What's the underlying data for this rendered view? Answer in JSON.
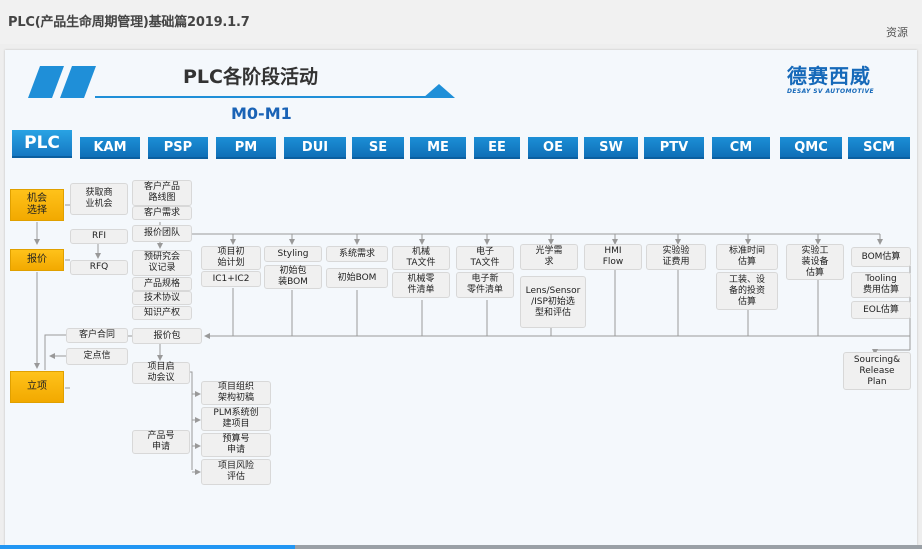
{
  "header": {
    "title": "PLC(产品生命周期管理)基础篇2019.1.7",
    "resource_link": "资源"
  },
  "slide": {
    "title": "PLC各阶段活动",
    "phase": "M0-M1",
    "logo_cn": "德赛西威",
    "logo_en": "DESAY SV AUTOMOTIVE"
  },
  "departments": [
    "PLC",
    "KAM",
    "PSP",
    "PM",
    "DUI",
    "SE",
    "ME",
    "EE",
    "OE",
    "SW",
    "PTV",
    "CM",
    "QMC",
    "SCM"
  ],
  "stages": [
    "机会\n选择",
    "报价",
    "立项"
  ],
  "kam": {
    "opportunity": "获取商\n业机会",
    "rfi": "RFI",
    "rfq": "RFQ",
    "contract": "客户合同",
    "nomination": "定点信"
  },
  "psp": {
    "roadmap": "客户产品\n路线图",
    "requirements": "客户需求",
    "quote_team": "报价团队",
    "pre_research": "预研究会\n议记录",
    "spec": "产品规格",
    "tech_agreement": "技术协议",
    "ip": "知识产权",
    "quote_package": "报价包",
    "kickoff": "项目启\n动会议",
    "product_no": "产品号\n申请"
  },
  "pm": {
    "init_plan": "项目初\n始计划",
    "ic": "IC1+IC2",
    "org": "项目组织\n架构初稿",
    "plm": "PLM系统创\n建项目",
    "budget": "预算号\n申请",
    "risk": "项目风险\n评估"
  },
  "dui": {
    "styling": "Styling",
    "init_package": "初始包\n装BOM"
  },
  "se": {
    "sys_req": "系统需求",
    "init_bom": "初始BOM"
  },
  "me": {
    "mech_ta": "机械\nTA文件",
    "mech_parts": "机械零\n件清单"
  },
  "ee": {
    "elec_ta": "电子\nTA文件",
    "elec_parts": "电子新\n零件清单"
  },
  "oe": {
    "optical_req": "光学需\n求",
    "lens": "Lens/Sensor\n/ISP初始选\n型和评估"
  },
  "sw": {
    "hmi": "HMI\nFlow"
  },
  "ptv": {
    "test_cost": "实验验\n证费用"
  },
  "cm": {
    "std_time": "标准时间\n估算",
    "tooling_invest": "工装、设\n备的投资\n估算"
  },
  "qmc": {
    "test_equipment": "实验工\n装设备\n估算"
  },
  "scm": {
    "bom_est": "BOM估算",
    "tooling_cost": "Tooling\n费用估算",
    "eol": "EOL估算",
    "sourcing": "Sourcing&\nRelease\nPlan"
  },
  "colors": {
    "brand": "#1669b9",
    "dept_bar": "#1a85cc",
    "stage": "#f7b400"
  }
}
